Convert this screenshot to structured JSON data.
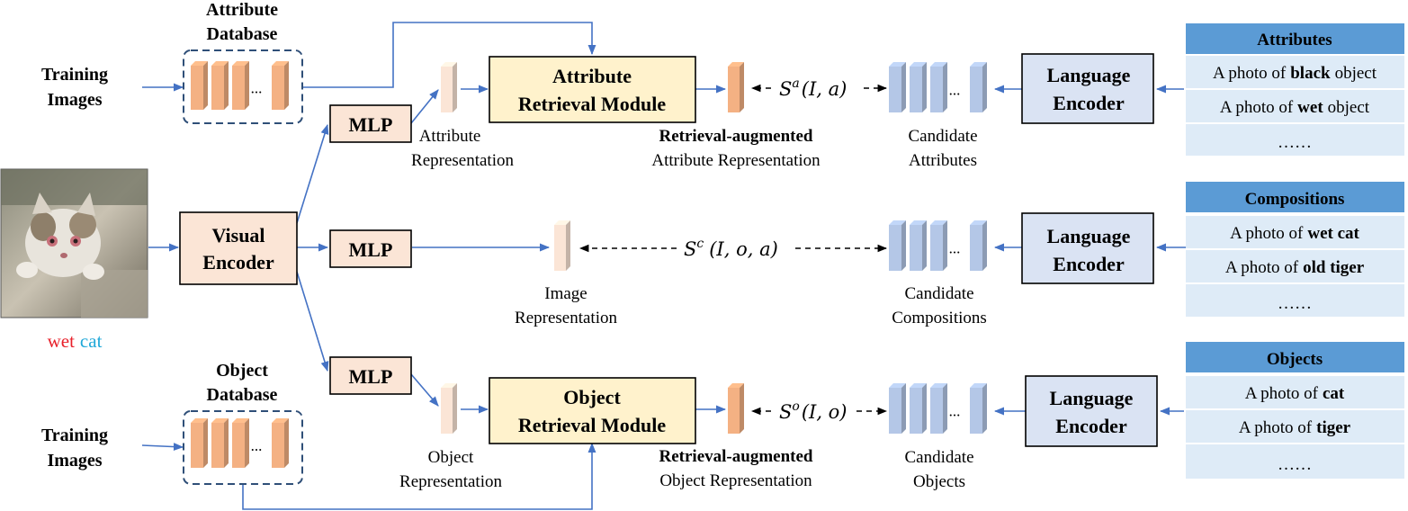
{
  "training_images_label": [
    "Training",
    "Images"
  ],
  "attribute_database_label": [
    "Attribute",
    "Database"
  ],
  "object_database_label": [
    "Object",
    "Database"
  ],
  "ellipsis": "...",
  "dots": "……",
  "mlp_label": "MLP",
  "visual_encoder_label": [
    "Visual",
    "Encoder"
  ],
  "language_encoder_label": [
    "Language",
    "Encoder"
  ],
  "attribute_retrieval_module": [
    "Attribute",
    "Retrieval Module"
  ],
  "object_retrieval_module": [
    "Object",
    "Retrieval Module"
  ],
  "input_image_caption": {
    "word1": "wet",
    "word2": "cat",
    "word1_color": "#E8202A",
    "word2_color": "#1FA8D8"
  },
  "attribute_representation": [
    "Attribute",
    "Representation"
  ],
  "image_representation": [
    "Image",
    "Representation"
  ],
  "object_representation": [
    "Object",
    "Representation"
  ],
  "retrieval_augmented": "Retrieval-augmented",
  "attribute_representation_aug": "Attribute Representation",
  "object_representation_aug": "Object Representation",
  "candidate_attributes": [
    "Candidate",
    "Attributes"
  ],
  "candidate_compositions": [
    "Candidate",
    "Compositions"
  ],
  "candidate_objects": [
    "Candidate",
    "Objects"
  ],
  "score_a": {
    "base": "S",
    "sup": "a",
    "args": "(I, a)"
  },
  "score_c": {
    "base": "S",
    "sup": "c",
    "args": "(I, o, a)"
  },
  "score_o": {
    "base": "S",
    "sup": "o",
    "args": "(I, o)"
  },
  "prompt_prefix": "A photo of",
  "attributes_table": {
    "header": "Attributes",
    "rows": [
      {
        "bold": "black",
        "suffix": "object"
      },
      {
        "bold": "wet",
        "suffix": "object"
      }
    ]
  },
  "compositions_table": {
    "header": "Compositions",
    "rows": [
      {
        "bold": "wet cat",
        "suffix": ""
      },
      {
        "bold": "old tiger",
        "suffix": ""
      }
    ]
  },
  "objects_table": {
    "header": "Objects",
    "rows": [
      {
        "bold": "cat",
        "suffix": ""
      },
      {
        "bold": "tiger",
        "suffix": ""
      }
    ]
  },
  "colors": {
    "arrow": "#4472C4",
    "orange_feature": "#F4B183",
    "light_feature": "#FBE5D6",
    "blue_feature": "#B4C7E7",
    "module_fill": "#FFF2CC",
    "encoder_fill": "#FBE5D6",
    "language_fill": "#DAE3F3",
    "table_header": "#5B9BD5",
    "table_row": "#DEEBF7"
  }
}
